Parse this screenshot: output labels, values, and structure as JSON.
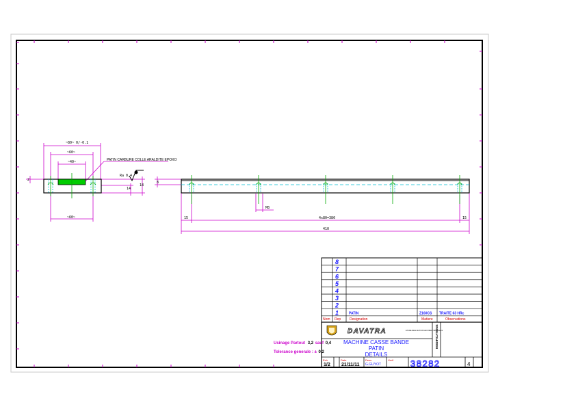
{
  "drawing": {
    "left_view": {
      "dims": {
        "overall": "~80~ 0/-0.1",
        "inner": "~60~",
        "slot": "~40~",
        "bottom": "~60~",
        "left_small": "2",
        "right_small": "18",
        "right_mid": "14",
        "roughness": "Ra 0,4"
      },
      "note": "PATIN CARBURE COLLE ARALDITE EPOXO"
    },
    "right_view": {
      "dims": {
        "left_small": "8",
        "hole": "M8",
        "start": "15",
        "pitch": "4x80=380",
        "end": "15",
        "total": "410"
      }
    },
    "tolerances": {
      "usinage_label": "Usinage Partout",
      "usinage_value": "3,2",
      "usinage_sauf": "sauf",
      "usinage_sauf_value": "0,4",
      "tol_label": "Tolerance generale : ±",
      "tol_value": "0,2"
    }
  },
  "parts_table": {
    "rows": [
      {
        "no": "8",
        "designation": "",
        "matiere": "",
        "obs": ""
      },
      {
        "no": "7",
        "designation": "",
        "matiere": "",
        "obs": ""
      },
      {
        "no": "6",
        "designation": "",
        "matiere": "",
        "obs": ""
      },
      {
        "no": "5",
        "designation": "",
        "matiere": "",
        "obs": ""
      },
      {
        "no": "4",
        "designation": "",
        "matiere": "",
        "obs": ""
      },
      {
        "no": "3",
        "designation": "",
        "matiere": "",
        "obs": ""
      },
      {
        "no": "2",
        "designation": "",
        "matiere": "",
        "obs": ""
      },
      {
        "no": "1",
        "designation": "PATIN",
        "matiere": "Z160CS",
        "obs": "TRAITE 63 HRc"
      }
    ],
    "headers": {
      "nom": "Nom",
      "rep": "Rep",
      "designation": "Designation",
      "matiere": "Matiere",
      "obs": "Observations"
    }
  },
  "title_block": {
    "company": "DAVATRA",
    "company_small": "ETUDE-REALISATION MACHINES SPECIALES",
    "title1": "MACHINE CASSE BANDE",
    "title2": "PATIN",
    "title3": "DETAILS",
    "modifications": "MODIFICATIONS",
    "ech_label": "Ech",
    "ech_value": "1/2",
    "date_label": "Date",
    "date_value": "21/11/11",
    "dess_label": "Dess",
    "dess_value": "G.GUYOT",
    "verif_label": "Verif",
    "number": "38282",
    "number_suffix": "4"
  },
  "colors": {
    "frame": "#000000",
    "dimension": "#cc00cc",
    "centerline": "#00aa00",
    "hidden": "#00bcd4",
    "blue_text": "#1a1aff",
    "red_text": "#d40000",
    "green_fill": "#00cc00"
  }
}
